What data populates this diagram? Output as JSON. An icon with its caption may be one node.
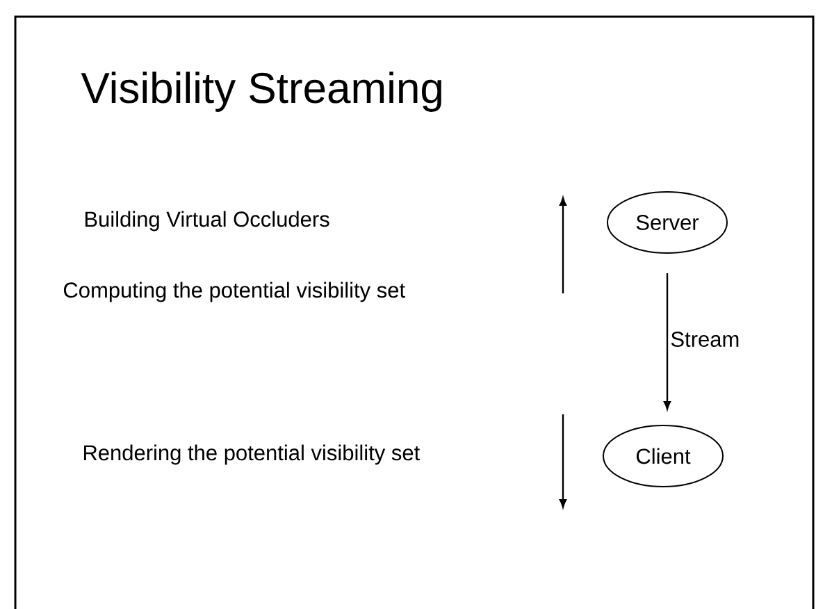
{
  "diagram": {
    "title": "Visibility Streaming",
    "nodes": [
      {
        "text": [
          "Server"
        ]
      },
      {
        "text": [
          "Client"
        ]
      }
    ],
    "edges": [
      {
        "from": 0,
        "to": 1,
        "arrow": "to",
        "label": "Stream"
      }
    ],
    "labels": [
      "Building Virtual Occluders",
      "Computing the potential visibility set",
      "Rendering the potential visibility set"
    ]
  }
}
